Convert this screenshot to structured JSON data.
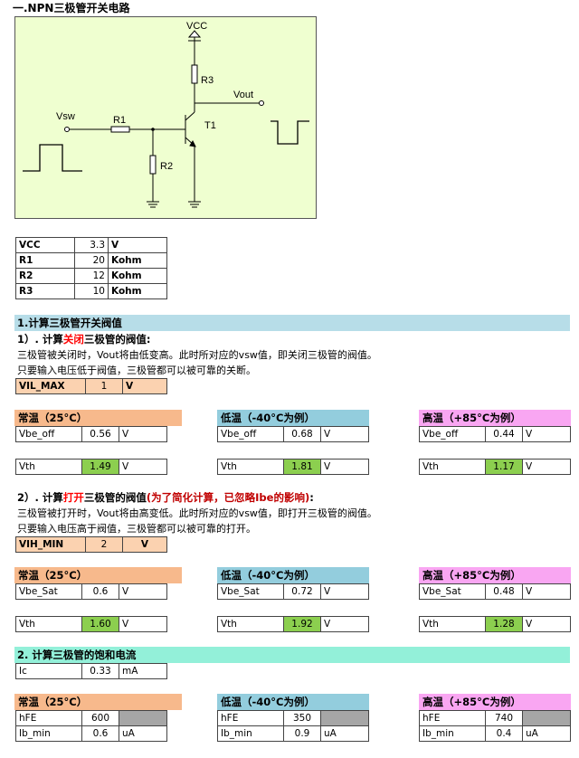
{
  "title": "一.NPN三极管开关电路",
  "circuit": {
    "vcc": "VCC",
    "r3": "R3",
    "vout": "Vout",
    "vsw": "Vsw",
    "r1": "R1",
    "t1": "T1",
    "r2": "R2"
  },
  "params": [
    {
      "name": "VCC",
      "value": "3.3",
      "unit": "V"
    },
    {
      "name": "R1",
      "value": "20",
      "unit": "Kohm"
    },
    {
      "name": "R2",
      "value": "12",
      "unit": "Kohm"
    },
    {
      "name": "R3",
      "value": "10",
      "unit": "Kohm"
    }
  ],
  "section1": {
    "heading": "1.计算三极管开关阀值",
    "sub_prefix": "1）. 计算",
    "sub_keyword": "关闭",
    "sub_suffix": "三极管的阀值:",
    "line1": "三极管被关闭时，Vout将由低变高。此时所对应的vsw值，即关闭三极管的阀值。",
    "line2": "只要输入电压低于阀值，三极管都可以被可靠的关断。",
    "vil": {
      "label": "VIL_MAX",
      "value": "1",
      "unit": "V"
    },
    "groups": [
      {
        "header": "常温（25°C）",
        "param": "Vbe_off",
        "value": "0.56",
        "unit": "V",
        "vth_label": "Vth",
        "vth": "1.49",
        "vth_unit": "V"
      },
      {
        "header": "低温（-40°C为例）",
        "param": "Vbe_off",
        "value": "0.68",
        "unit": "V",
        "vth_label": "Vth",
        "vth": "1.81",
        "vth_unit": "V"
      },
      {
        "header": "高温（+85°C为例）",
        "param": "Vbe_off",
        "value": "0.44",
        "unit": "V",
        "vth_label": "Vth",
        "vth": "1.17",
        "vth_unit": "V"
      }
    ]
  },
  "section2": {
    "sub_prefix": "2）. 计算",
    "sub_keyword": "打开",
    "sub_suffix": "三极管的阀值",
    "sub_note": "(为了简化计算，已忽略Ibe的影响)",
    "sub_colon": ":",
    "line1": "三极管被打开时，Vout将由高变低。此时所对应的vsw值，即打开三极管的阀值。",
    "line2": "只要输入电压高于阀值，三极管都可以被可靠的打开。",
    "vih": {
      "label": "VIH_MIN",
      "value": "2",
      "unit": "V"
    },
    "groups": [
      {
        "header": "常温（25°C）",
        "param": "Vbe_Sat",
        "value": "0.6",
        "unit": "V",
        "vth_label": "Vth",
        "vth": "1.60",
        "vth_unit": "V"
      },
      {
        "header": "低温（-40°C为例）",
        "param": "Vbe_Sat",
        "value": "0.72",
        "unit": "V",
        "vth_label": "Vth",
        "vth": "1.92",
        "vth_unit": "V"
      },
      {
        "header": "高温（+85°C为例）",
        "param": "Vbe_Sat",
        "value": "0.48",
        "unit": "V",
        "vth_label": "Vth",
        "vth": "1.28",
        "vth_unit": "V"
      }
    ]
  },
  "section3": {
    "heading": "2. 计算三极管的饱和电流",
    "ic": {
      "label": "Ic",
      "value": "0.33",
      "unit": "mA"
    },
    "groups": [
      {
        "header": "常温（25°C）",
        "hfe_label": "hFE",
        "hfe": "600",
        "ib_label": "Ib_min",
        "ib": "0.6",
        "ib_unit": "uA"
      },
      {
        "header": "低温（-40°C为例）",
        "hfe_label": "hFE",
        "hfe": "350",
        "ib_label": "Ib_min",
        "ib": "0.9",
        "ib_unit": "uA"
      },
      {
        "header": "高温（+85°C为例）",
        "hfe_label": "hFE",
        "hfe": "740",
        "ib_label": "Ib_min",
        "ib": "0.4",
        "ib_unit": "uA"
      }
    ]
  },
  "colors": {
    "circuit_bg": "#efffd0",
    "section1_bar": "#b7dde8",
    "section3_bar": "#93f0d9",
    "result_green": "#8ccf4f"
  }
}
